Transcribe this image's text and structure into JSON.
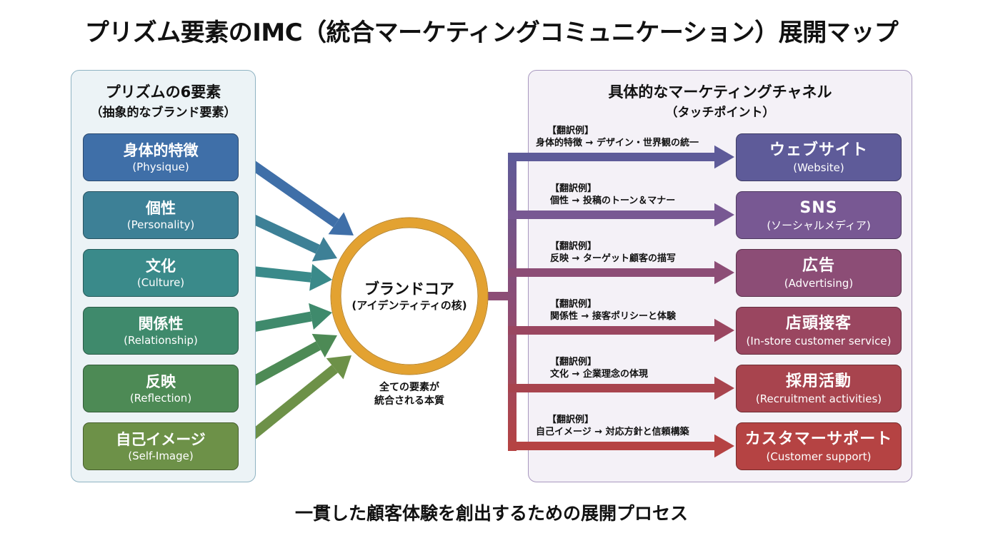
{
  "title": "プリズム要素のIMC（統合マーケティングコミュニケーション）展開マップ",
  "footer": "一貫した顧客体験を創出するための展開プロセス",
  "left_panel": {
    "heading": "プリズムの6要素",
    "subheading": "（抽象的なブランド要素）",
    "elements": [
      {
        "jp": "身体的特徴",
        "en": "(Physique)",
        "color": "#3f6fa8"
      },
      {
        "jp": "個性",
        "en": "(Personality)",
        "color": "#3d8096"
      },
      {
        "jp": "文化",
        "en": "(Culture)",
        "color": "#3a8a8a"
      },
      {
        "jp": "関係性",
        "en": "(Relationship)",
        "color": "#3f8a6c"
      },
      {
        "jp": "反映",
        "en": "(Reflection)",
        "color": "#4d8a55"
      },
      {
        "jp": "自己イメージ",
        "en": "(Self-Image)",
        "color": "#6d9148"
      }
    ]
  },
  "core": {
    "title": "ブランドコア",
    "subtitle": "(アイデンティティの核)",
    "caption_line1": "全ての要素が",
    "caption_line2": "統合される本質",
    "ring_color": "#e3a231"
  },
  "right_panel": {
    "heading": "具体的なマーケティングチャネル",
    "subheading": "（タッチポイント）",
    "channels": [
      {
        "jp": "ウェブサイト",
        "en": "(Website)",
        "color": "#5e5b99",
        "tag": "【翻訳例】",
        "example": "身体的特徴 → デザイン・世界観の統一"
      },
      {
        "jp": "SNS",
        "en": "(ソーシャルメディア)",
        "color": "#785893",
        "tag": "【翻訳例】",
        "example": "個性 → 投稿のトーン＆マナー"
      },
      {
        "jp": "広告",
        "en": "(Advertising)",
        "color": "#8c4d76",
        "tag": "【翻訳例】",
        "example": "反映 → ターゲット顧客の描写"
      },
      {
        "jp": "店頭接客",
        "en": "(In-store customer service)",
        "color": "#9a4660",
        "tag": "【翻訳例】",
        "example": "関係性 → 接客ポリシーと体験"
      },
      {
        "jp": "採用活動",
        "en": "(Recruitment activities)",
        "color": "#a8444e",
        "tag": "【翻訳例】",
        "example": "文化 → 企業理念の体現"
      },
      {
        "jp": "カスタマーサポート",
        "en": "(Customer support)",
        "color": "#b54343",
        "tag": "【翻訳例】",
        "example": "自己イメージ → 対応方針と信頼構築"
      }
    ]
  }
}
